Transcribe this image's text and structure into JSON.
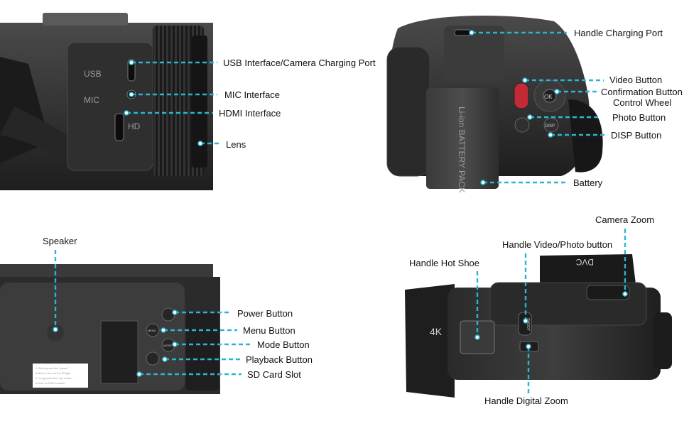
{
  "panels": {
    "side": {
      "port_text": {
        "usb": "USB",
        "mic": "MIC",
        "hd": "HD"
      },
      "labels": {
        "usb_port": "USB Interface/Camera Charging Port",
        "mic": "MIC Interface",
        "hdmi": "HDMI Interface",
        "lens": "Lens"
      }
    },
    "back": {
      "battery_text": "Li-ion BATTERY PACK",
      "ok_text": "OK",
      "disp_text": "DISP",
      "labels": {
        "handle_charging_port": "Handle Charging Port",
        "video_button": "Video Button",
        "confirmation_button": "Confirmation Button",
        "control_wheel": "Control Wheel",
        "photo_button": "Photo Button",
        "disp_button": "DISP Button",
        "battery": "Battery"
      }
    },
    "screen": {
      "btn_text": {
        "menu": "MENU",
        "mode": "MODE"
      },
      "instructions": {
        "line1": "1. Short press the \"power\"",
        "line2": "button to turn on the fill light",
        "line3": "2. Long press the \"up\" button",
        "line4": "to turn on WiFi function"
      },
      "labels": {
        "speaker": "Speaker",
        "power": "Power Button",
        "menu": "Menu Button",
        "mode": "Mode Button",
        "playback": "Playback Button",
        "sd": "SD Card Slot"
      }
    },
    "top": {
      "brand_text": "4K",
      "strap_text": "DVC",
      "shoot_text": "SHOOT",
      "labels": {
        "camera_zoom": "Camera Zoom",
        "handle_video_photo": "Handle Video/Photo button",
        "hot_shoe": "Handle Hot Shoe",
        "digital_zoom": "Handle Digital Zoom"
      }
    }
  },
  "colors": {
    "leader": "#2bb6d0",
    "body": "#2c2c2c",
    "text": "#111111"
  }
}
